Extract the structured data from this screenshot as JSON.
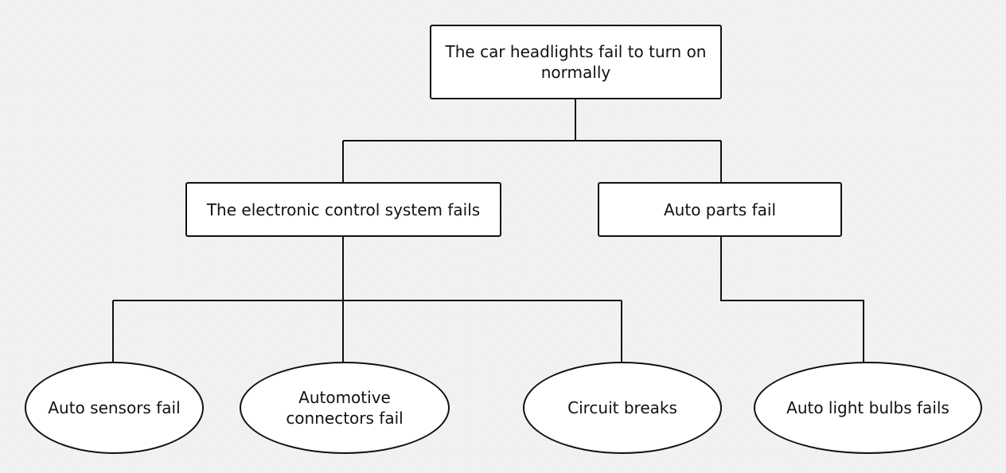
{
  "diagram": {
    "root": {
      "label": "The car headlights fail to turn on normally"
    },
    "branches": [
      {
        "label": "The electronic control system fails",
        "children": [
          "Auto sensors fail",
          "Automotive connectors fail",
          "Circuit breaks"
        ]
      },
      {
        "label": "Auto parts fail",
        "children": [
          "Auto light bulbs fails"
        ]
      }
    ]
  },
  "colors": {
    "background": "#f4f4f4",
    "node_fill": "#ffffff",
    "line": "#111111"
  }
}
